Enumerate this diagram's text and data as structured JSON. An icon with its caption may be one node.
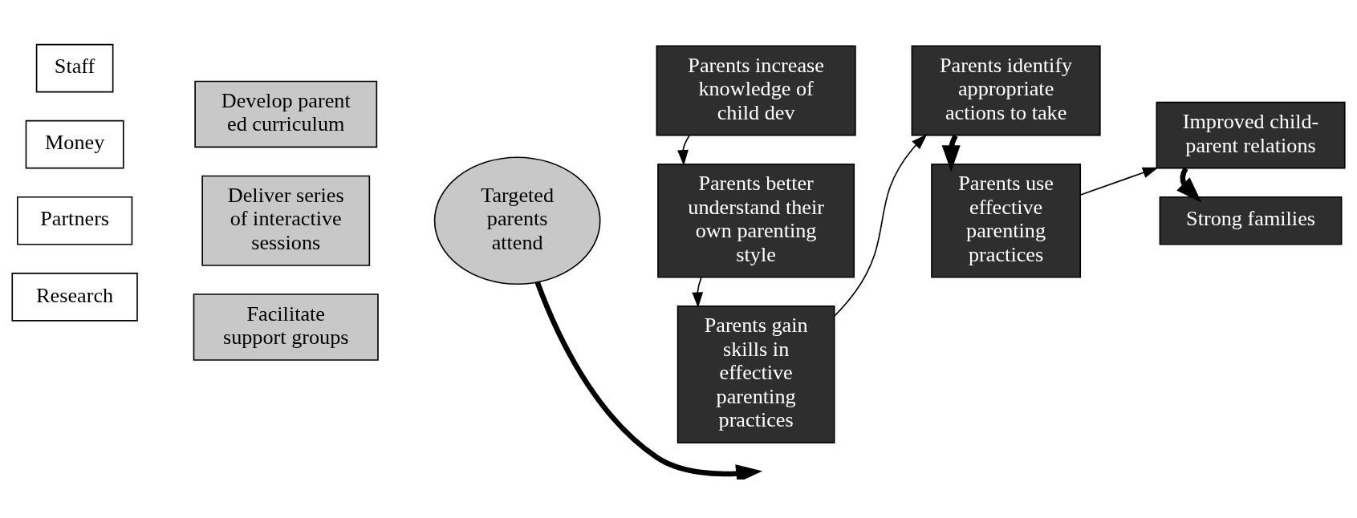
{
  "diagram": {
    "nodes": [
      {
        "text": [
          "Staff"
        ]
      },
      {
        "text": [
          "Money"
        ]
      },
      {
        "text": [
          "Partners"
        ]
      },
      {
        "text": [
          "Research"
        ]
      },
      {
        "text": [
          "Develop parent ed curriculum"
        ]
      },
      {
        "text": [
          "Deliver series of interactive sessions"
        ]
      },
      {
        "text": [
          "Facilitate support groups"
        ]
      },
      {
        "text": [
          "Targeted parents attend"
        ]
      },
      {
        "text": [
          "Parents increase knowledge of child dev"
        ]
      },
      {
        "text": [
          "Parents better understand their own parenting style"
        ]
      },
      {
        "text": [
          "Parents gain skills in effective parenting practices"
        ]
      },
      {
        "text": [
          "Parents identify appropriate actions to take"
        ]
      },
      {
        "text": [
          "Parents use effective parenting practices"
        ]
      },
      {
        "text": [
          "Improved child-parent relations"
        ]
      },
      {
        "text": [
          "Strong families"
        ]
      }
    ],
    "edges": [
      {
        "from": 7,
        "to": null,
        "arrow": "to",
        "style": "thick"
      },
      {
        "from": 8,
        "to": 9,
        "arrow": "to"
      },
      {
        "from": 9,
        "to": 10,
        "arrow": "to"
      },
      {
        "from": 10,
        "to": 11,
        "arrow": "to"
      },
      {
        "from": 11,
        "to": 12,
        "arrow": "to",
        "style": "thick"
      },
      {
        "from": 12,
        "to": 13,
        "arrow": "to"
      },
      {
        "from": 13,
        "to": 14,
        "arrow": "to",
        "style": "thick"
      }
    ]
  }
}
